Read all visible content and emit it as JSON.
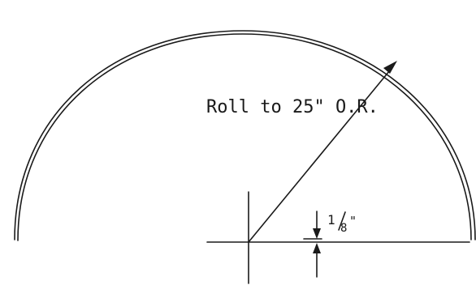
{
  "radius_label": "Roll to 25\" O.R.",
  "thickness_label": {
    "numerator": "1",
    "denominator": "8",
    "inch_mark": "\""
  }
}
